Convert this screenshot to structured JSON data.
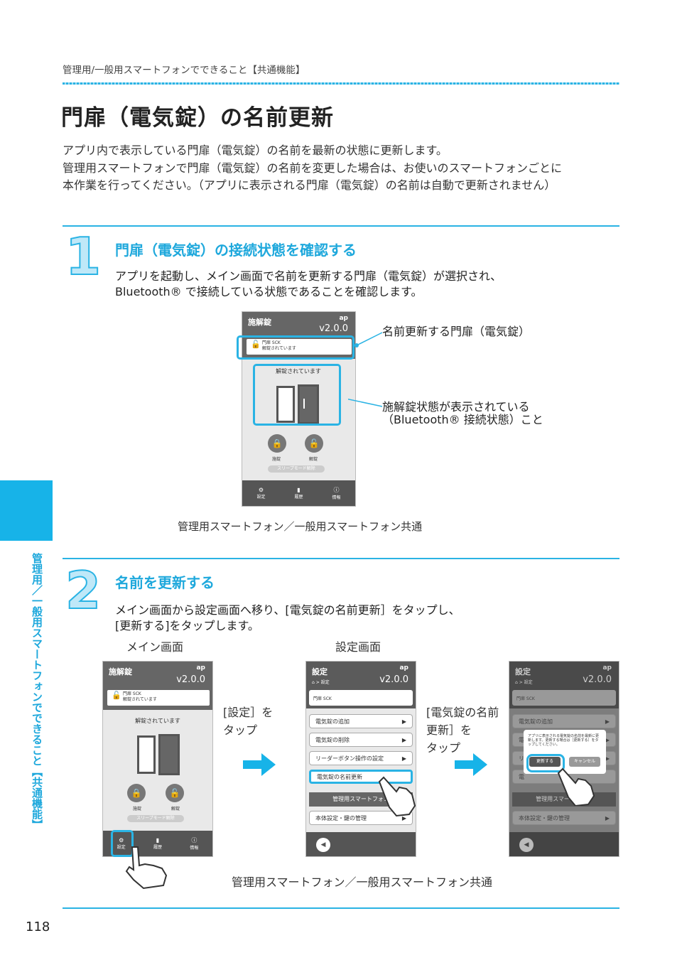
{
  "header": {
    "breadcrumb": "管理用/一般用スマートフォンでできること【共通機能】"
  },
  "page": {
    "title": "門扉（電気錠）の名前更新",
    "intro": [
      "アプリ内で表示している門扉（電気錠）の名前を最新の状態に更新します。",
      "管理用スマートフォンで門扉（電気錠）の名前を変更した場合は、お使いのスマートフォンごとに",
      "本作業を行ってください。（アプリに表示される門扉（電気錠）の名前は自動で更新されません）"
    ],
    "page_number": "118"
  },
  "sidebar": {
    "label": "管理用／一般用スマートフォンでできること【共通機能】"
  },
  "step1": {
    "number": "1",
    "title": "門扉（電気錠）の接続状態を確認する",
    "desc": [
      "アプリを起動し、メイン画面で名前を更新する門扉（電気錠）が選択され、",
      "Bluetooth® で接続している状態であることを確認します。"
    ],
    "callout1": "名前更新する門扉（電気錠）",
    "callout2": [
      "施解錠状態が表示されている",
      "（Bluetooth® 接続状態）こと"
    ],
    "caption": "管理用スマートフォン／一般用スマートフォン共通"
  },
  "step2": {
    "number": "2",
    "title": "名前を更新する",
    "desc": [
      "メイン画面から設定画面へ移り、[電気錠の名前更新］をタップし、",
      "[更新する]をタップします。"
    ],
    "label_main": "メイン画面",
    "label_settings": "設定画面",
    "tap1": [
      "[設定］を",
      "タップ"
    ],
    "tap2": [
      "[電気錠の名前",
      "更新］を",
      "タップ"
    ],
    "caption": "管理用スマートフォン／一般用スマートフォン共通"
  },
  "app": {
    "main_title": "施解錠",
    "logo": "ap",
    "version": "v2.0.0",
    "device_name": "門扉 SCK",
    "device_status": "解錠されています",
    "lock_status": "解錠されています",
    "lock_label": "施錠",
    "unlock_label": "解錠",
    "sleep_label": "スリープモード解除",
    "nav": [
      "設定",
      "履歴",
      "情報"
    ],
    "settings_title": "設定",
    "settings_breadcrumb": "⌂ > 設定",
    "menu": [
      "電気錠の追加",
      "電気錠の削除",
      "リーダーボタン操作の設定",
      "電気錠の名前更新"
    ],
    "section_header": "管理用スマートフォン",
    "menu_last": "本体設定・鍵の管理",
    "dialog_text": "アプリに表示される電気錠の名前を最新に更新します。更新する場合は［更新する］をタップしてください。",
    "dialog_ok": "更新する",
    "dialog_cancel": "キャンセル"
  }
}
